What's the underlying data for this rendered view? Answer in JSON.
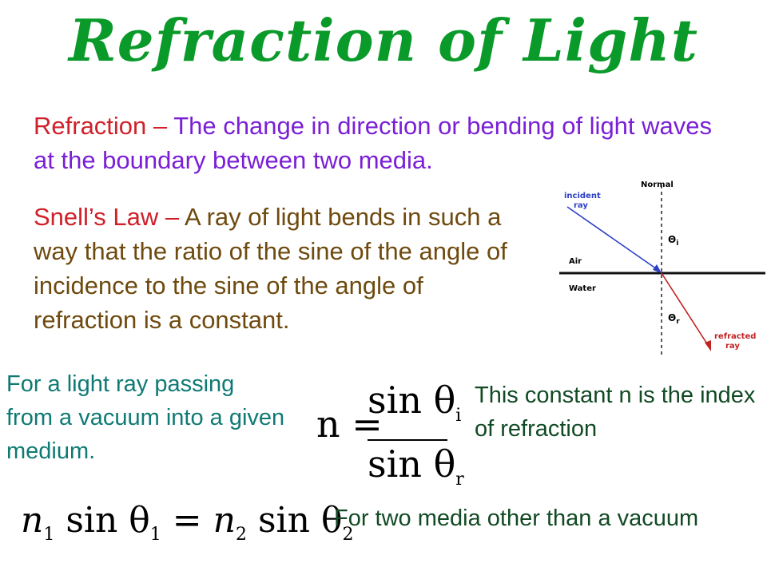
{
  "title": "Refraction of Light",
  "refraction": {
    "term": "Refraction",
    "dash": " – ",
    "definition": "The change in direction or bending of light waves at the boundary between two media."
  },
  "snell": {
    "term": "Snell’s Law",
    "dash": " – ",
    "definition": "A ray of light bends in such a way that the ratio of the sine of the angle of incidence to the sine of the angle of refraction is a constant."
  },
  "vacuum_note": "For a light ray passing from a vacuum into a given medium.",
  "constant_note": "This constant n is the index of refraction",
  "media_note": "For two media other than a vacuum",
  "formula_index": {
    "lhs": "n =",
    "numerator": "sin θ",
    "numerator_sub": "i",
    "denominator": "sin θ",
    "denominator_sub": "r"
  },
  "formula_snell": {
    "n1": "n",
    "n1_sub": "1",
    "sin1": " sin θ",
    "theta1_sub": "1",
    "equals": " = ",
    "n2": "n",
    "n2_sub": "2",
    "sin2": " sin θ",
    "theta2_sub": "2"
  },
  "diagram": {
    "normal_label": "Normal",
    "incident_label_1": "incident",
    "incident_label_2": "ray",
    "theta_i": "Θ",
    "theta_i_sub": "i",
    "air_label": "Air",
    "water_label": "Water",
    "theta_r": "Θ",
    "theta_r_sub": "r",
    "refracted_label_1": "refracted",
    "refracted_label_2": "ray"
  },
  "colors": {
    "title": "#0a9a2a",
    "term": "#d0202a",
    "refraction_def": "#7a1fd6",
    "snell_def": "#6e4a0e",
    "teal_note": "#0f7a74",
    "green_note": "#114a24",
    "incident_ray": "#2a3fc4",
    "refracted_ray": "#c22222"
  }
}
